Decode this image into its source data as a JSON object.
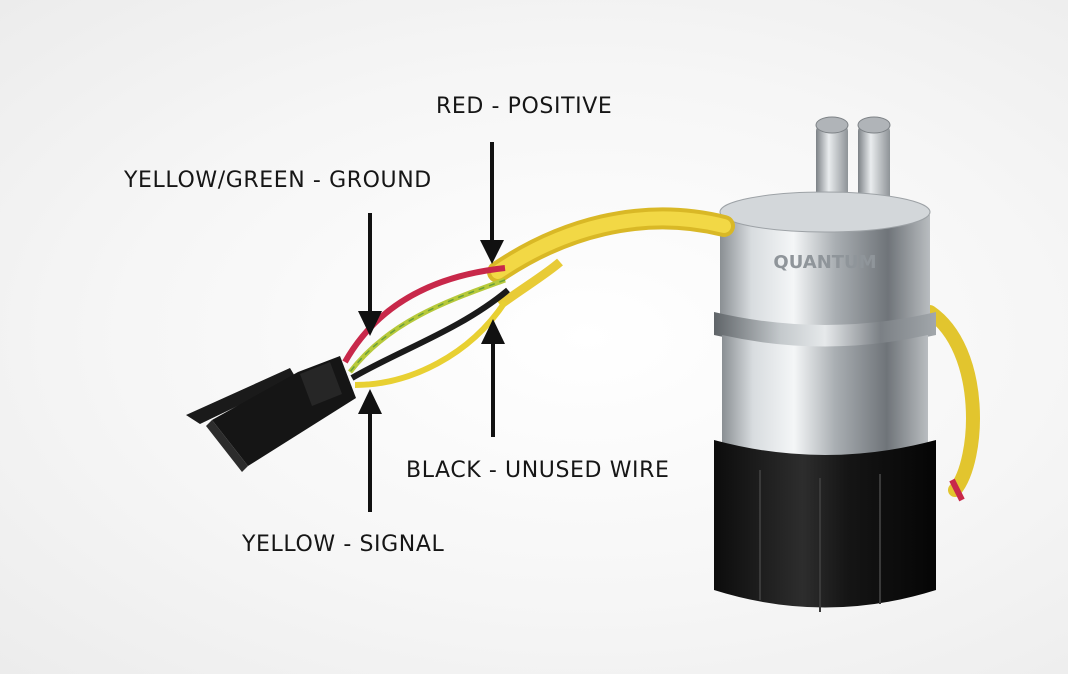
{
  "labels": {
    "red": "RED - POSITIVE",
    "yellow_green": "YELLOW/GREEN - GROUND",
    "black": "BLACK - UNUSED WIRE",
    "yellow": "YELLOW - SIGNAL"
  },
  "logo_text": "QUANTUM",
  "wire_colors": {
    "red": "#c8284a",
    "yellow": "#e8d032",
    "yellow_green": "#b7c93a",
    "black": "#1a1a1a",
    "sheath": "#efd33c"
  }
}
